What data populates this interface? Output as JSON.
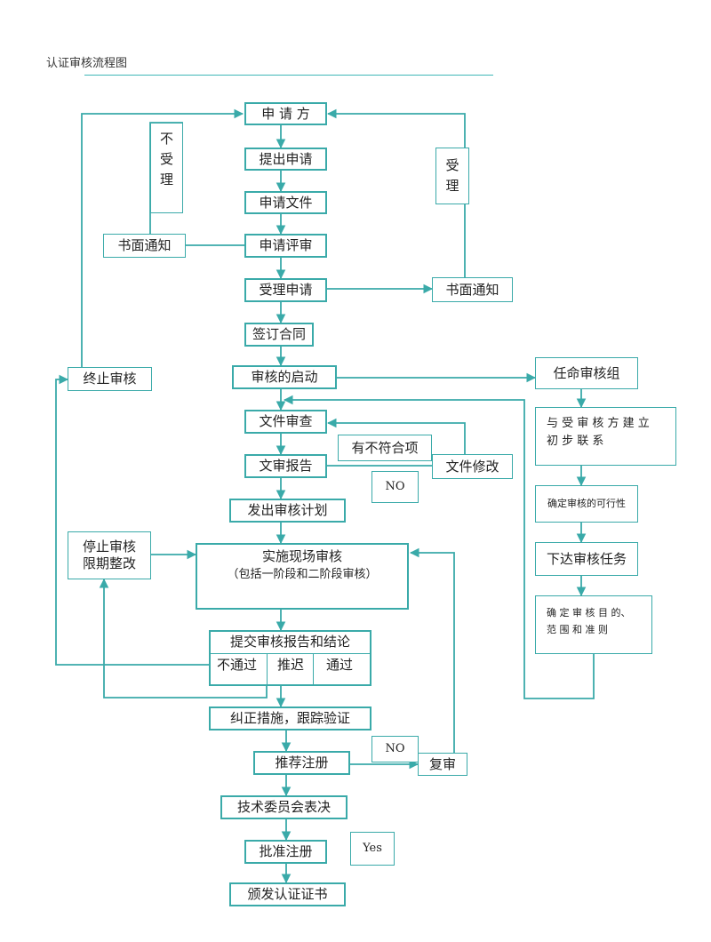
{
  "title": "认证审核流程图",
  "main_flow": {
    "applicant": "申 请 方",
    "submit_application": "提出申请",
    "application_documents": "申请文件",
    "application_review": "申请评审",
    "accept_application": "受理申请",
    "sign_contract": "签订合同",
    "audit_start": "审核的启动",
    "document_review": "文件审查",
    "document_review_report": "文审报告",
    "issue_audit_plan": "发出审核计划",
    "onsite_audit_line1": "实施现场审核",
    "onsite_audit_line2": "（包括一阶段和二阶段审核）",
    "submit_report": "提交审核报告和结论",
    "result_fail": "不通过",
    "result_delay": "推迟",
    "result_pass": "通过",
    "corrective_actions": "纠正措施，跟踪验证",
    "recommend_registration": "推荐注册",
    "committee_vote": "技术委员会表决",
    "approve_registration": "批准注册",
    "issue_certificate": "颁发认证证书"
  },
  "side_nodes": {
    "not_accepted_chars": [
      "不",
      "受",
      "理"
    ],
    "accepted_chars": [
      "受",
      "理"
    ],
    "written_notice_left": "书面通知",
    "written_notice_right": "书面通知",
    "terminate_audit": "终止审核",
    "stop_audit_line1": "停止审核",
    "stop_audit_line2": "限期整改",
    "nonconformity": "有不符合项",
    "document_revision": "文件修改",
    "no_label_1": "NO",
    "no_label_2": "NO",
    "review_again": "复审",
    "yes_label": "Yes"
  },
  "team_column": {
    "appoint_team": "任命审核组",
    "contact_line1": "与 受 审 核 方 建 立",
    "contact_line2": "初 步 联 系",
    "feasibility": "确定审核的可行性",
    "assign_tasks": "下达审核任务",
    "objectives_line1": "确 定 审 核 目 的、",
    "objectives_line2": "范 围 和 准 则"
  },
  "colors": {
    "line": "#3aaaa9",
    "border": "#3aaaa9",
    "background": "#ffffff"
  }
}
